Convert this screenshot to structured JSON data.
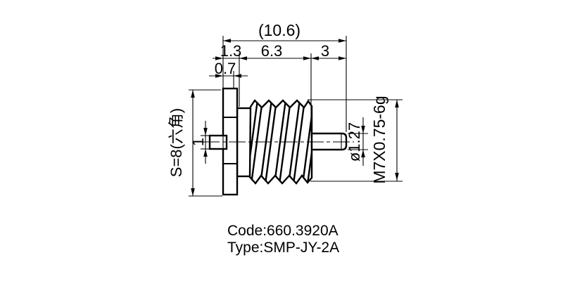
{
  "drawing": {
    "dimensions": {
      "overall_length": "(10.6)",
      "flange_section": "1.3",
      "thread_length": "6.3",
      "pin_length": "3",
      "flange_thickness": "0.7",
      "hex_size": "S=8(六角)",
      "left_pin_width": "1",
      "pin_diameter": "ø1.27",
      "thread_spec": "M7X0.75-6g"
    },
    "notes": {
      "code": "Code:660.3920A",
      "type": "Type:SMP-JY-2A"
    },
    "colors": {
      "line": "#000000",
      "background": "#ffffff"
    }
  }
}
